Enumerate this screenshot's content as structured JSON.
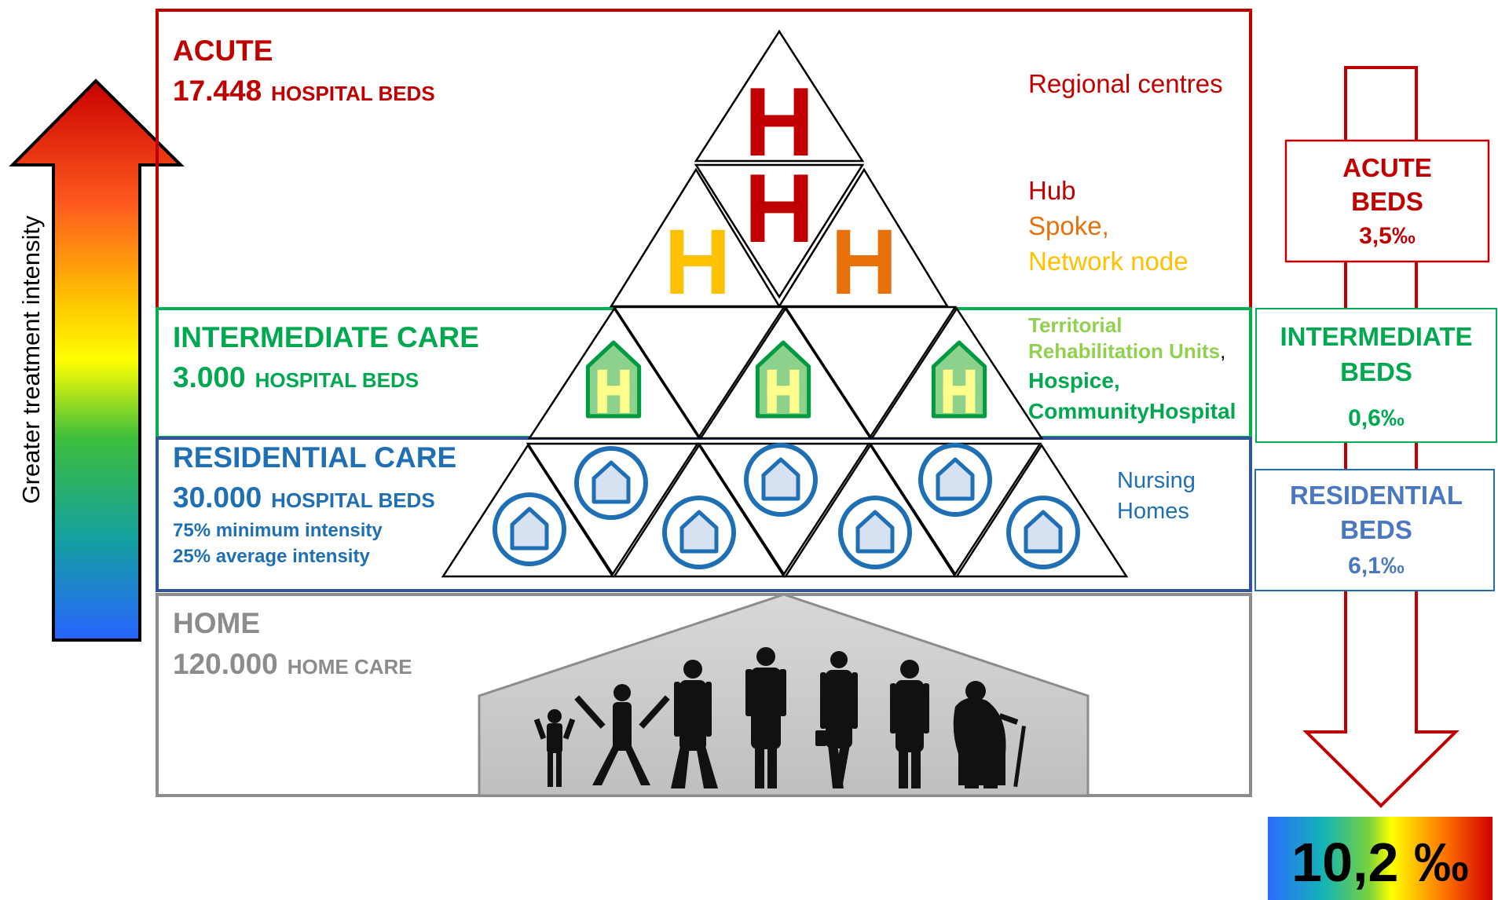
{
  "side_label": "Greater treatment intensity",
  "tiers": {
    "acute": {
      "title": "ACUTE",
      "beds_value": "17.448",
      "beds_unit": "HOSPITAL BEDS"
    },
    "intermediate": {
      "title": "INTERMEDIATE CARE",
      "beds_value": "3.000",
      "beds_unit": "HOSPITAL BEDS"
    },
    "residential": {
      "title": "RESIDENTIAL CARE",
      "beds_value": "30.000",
      "beds_unit": "HOSPITAL BEDS",
      "note1": "75% minimum intensity",
      "note2": "25% average intensity"
    },
    "home": {
      "title": "HOME",
      "beds_value": "120.000",
      "beds_unit": "HOME CARE"
    }
  },
  "facility_labels": {
    "regional": "Regional centres",
    "hub": "Hub",
    "spoke": "Spoke,",
    "node": "Network node",
    "territorial1": "Territorial",
    "territorial2": "Rehabilitation Units",
    "comma": ",",
    "hospice": "Hospice,",
    "community": "CommunityHospital",
    "nursing1": "Nursing",
    "nursing2": "Homes"
  },
  "hospital_letter": "H",
  "rates": {
    "acute": {
      "line1": "ACUTE",
      "line2": "BEDS",
      "value": "3,5‰"
    },
    "intermediate": {
      "line1": "INTERMEDIATE",
      "line2": "BEDS",
      "value": "0,6‰"
    },
    "residential": {
      "line1": "RESIDENTIAL",
      "line2": "BEDS",
      "value": "6,1‰"
    },
    "total": "10,2 ‰"
  },
  "colors": {
    "acute": "#c00000",
    "intermediate": "#00a850",
    "residential": "#1f6fb5",
    "home": "#8c8c8c",
    "hub_h": "#c00000",
    "spoke_h": "#e8700a",
    "node_h": "#ffc000"
  }
}
